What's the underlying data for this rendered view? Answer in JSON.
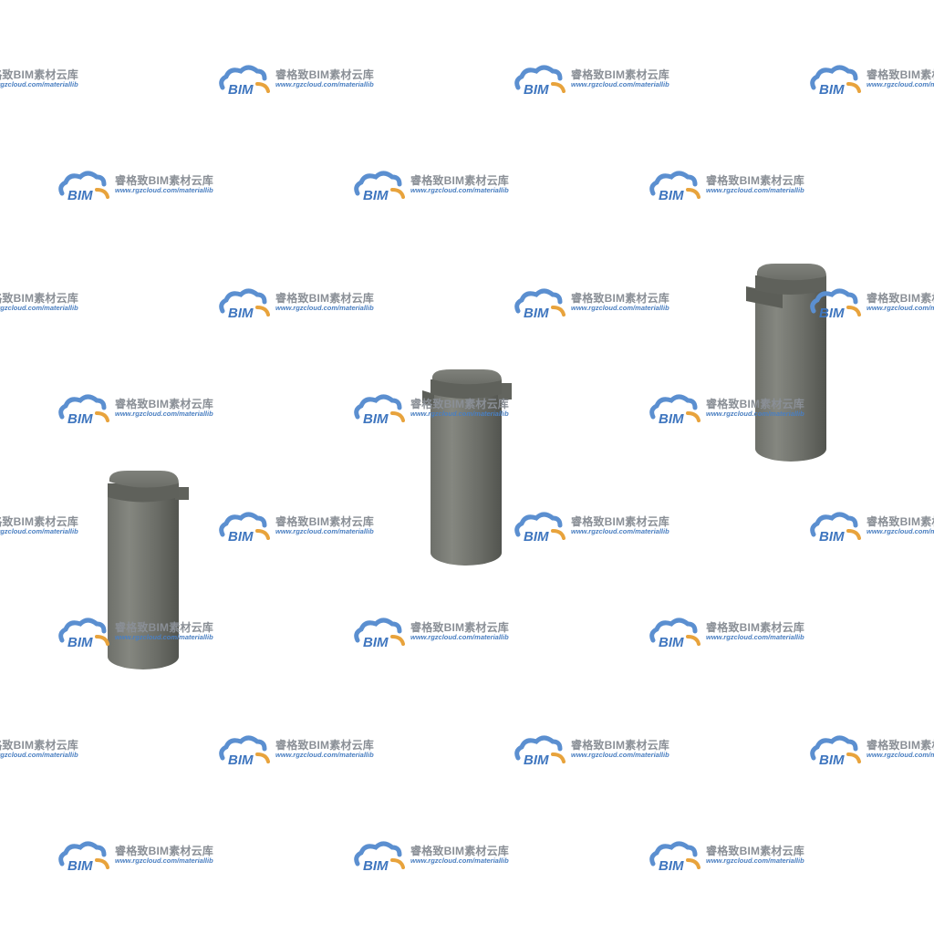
{
  "watermark": {
    "title": "睿格致BIM素材云库",
    "url": "www.rgzcloud.com/materiallib",
    "logo_text": "BIM",
    "logo_icon": "cloud-bim-logo",
    "colors": {
      "cloud": "#5b8fd0",
      "arc": "#e8a33c",
      "logo_text": "#3f76bf",
      "title": "#8a8f96",
      "url": "#4a7fc1"
    }
  },
  "models": {
    "count": 3,
    "object": "cylinder-with-rounded-square-cap",
    "colors": {
      "body_light": "#8a8c85",
      "body_mid": "#6d6f69",
      "body_dark": "#4f514c",
      "cap_top": "#7a7c76",
      "cap_side": "#5e605a",
      "tab": "#666862"
    }
  },
  "background": "#ffffff"
}
